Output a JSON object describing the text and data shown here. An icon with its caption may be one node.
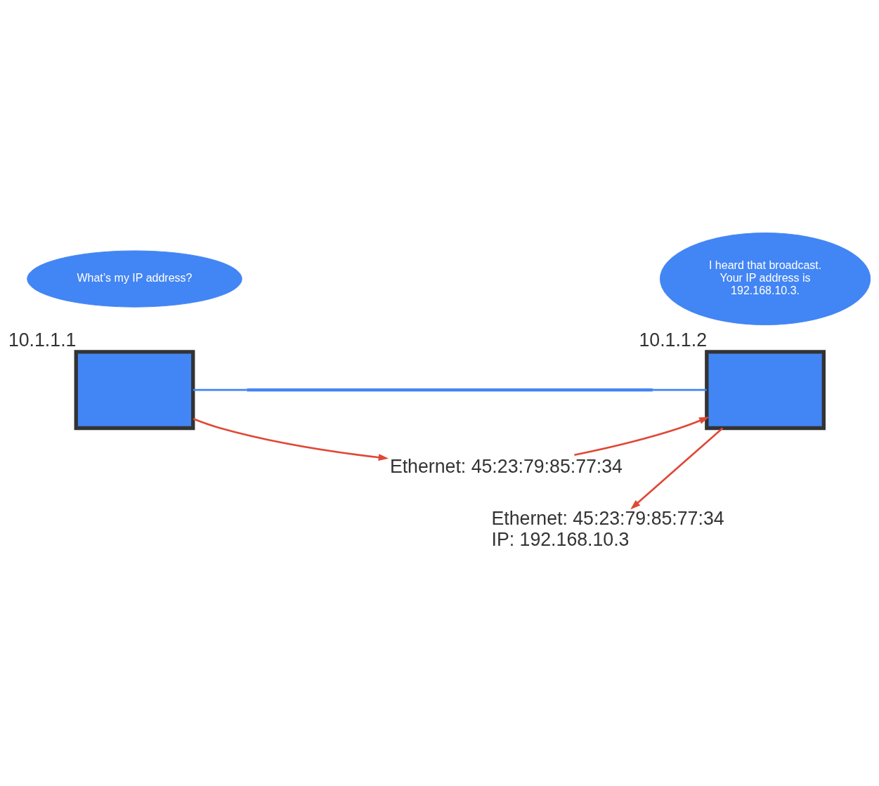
{
  "diagram": {
    "nodes": [
      {
        "text": [
          "What’s my IP address?"
        ]
      },
      {
        "text": [
          "I heard that broadcast. Your IP address is 192.168.10.3."
        ]
      },
      {
        "text": [],
        "shape": "box",
        "beside": [
          "10.1.1.1"
        ]
      },
      {
        "text": [],
        "shape": "box",
        "beside": [
          "10.1.1.2"
        ]
      },
      {
        "text": [],
        "shape": "bar"
      },
      {
        "text": [
          "Ethernet: 45:23:79:85:77:34"
        ]
      },
      {
        "text": [
          "Ethernet: 45:23:79:85:77:34",
          "IP: 192.168.10.3"
        ]
      }
    ],
    "edges": [
      {
        "from": 2,
        "to": 5,
        "arrow": "to"
      },
      {
        "from": 5,
        "to": 3,
        "arrow": "to"
      },
      {
        "from": 3,
        "to": 6,
        "arrow": "to"
      },
      {
        "from": 2,
        "to": 4,
        "arrow": "none",
        "color": "#4285f4"
      },
      {
        "from": 3,
        "to": 4,
        "arrow": "none",
        "color": "#4285f4"
      }
    ]
  }
}
